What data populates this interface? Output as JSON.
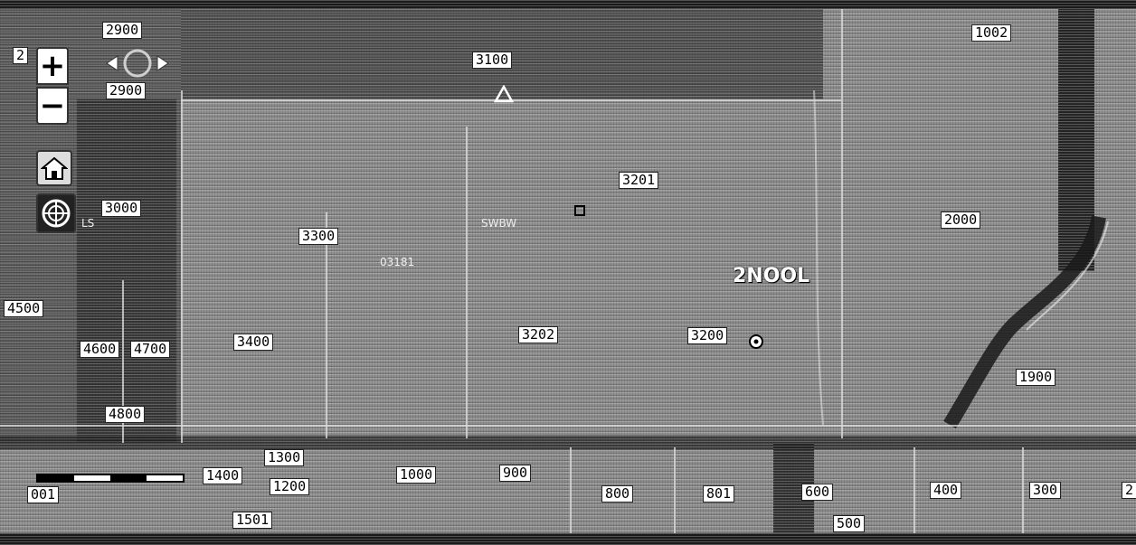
{
  "controls": {
    "zoom_in": "+",
    "zoom_out": "−",
    "home_icon": "home-icon",
    "locate_icon": "crosshair-icon",
    "pan_icon": "pan-arrows-icon"
  },
  "parcels": [
    {
      "id": "p2900a",
      "label": "2900"
    },
    {
      "id": "p2900b",
      "label": "2900"
    },
    {
      "id": "p2edge",
      "label": "2"
    },
    {
      "id": "p3100",
      "label": "3100"
    },
    {
      "id": "p1002",
      "label": "1002"
    },
    {
      "id": "p3000",
      "label": "3000"
    },
    {
      "id": "p3201",
      "label": "3201"
    },
    {
      "id": "p2000",
      "label": "2000"
    },
    {
      "id": "p3300",
      "label": "3300"
    },
    {
      "id": "p4500",
      "label": "4500"
    },
    {
      "id": "p4600",
      "label": "4600"
    },
    {
      "id": "p4700",
      "label": "4700"
    },
    {
      "id": "p3400",
      "label": "3400"
    },
    {
      "id": "p3202",
      "label": "3202"
    },
    {
      "id": "p3200",
      "label": "3200"
    },
    {
      "id": "p1900",
      "label": "1900"
    },
    {
      "id": "p4800",
      "label": "4800"
    },
    {
      "id": "p1300",
      "label": "1300"
    },
    {
      "id": "p1400",
      "label": "1400"
    },
    {
      "id": "p1200",
      "label": "1200"
    },
    {
      "id": "p1000",
      "label": "1000"
    },
    {
      "id": "p900",
      "label": "900"
    },
    {
      "id": "p800",
      "label": "800"
    },
    {
      "id": "p801",
      "label": "801"
    },
    {
      "id": "p600",
      "label": "600"
    },
    {
      "id": "p400",
      "label": "400"
    },
    {
      "id": "p300",
      "label": "300"
    },
    {
      "id": "p2right",
      "label": "2"
    },
    {
      "id": "p001",
      "label": "001"
    },
    {
      "id": "p1501",
      "label": "1501"
    },
    {
      "id": "p500",
      "label": "500"
    }
  ],
  "map_labels": {
    "road_label": "2NOOL",
    "faint_label_1": "SWBW",
    "faint_label_2": "03181",
    "faint_label_3": "LS"
  },
  "colors": {
    "parcel_bg": "#ffffff",
    "map_bg": "#8f8f8f",
    "dark_band": "#1a1a1a"
  }
}
